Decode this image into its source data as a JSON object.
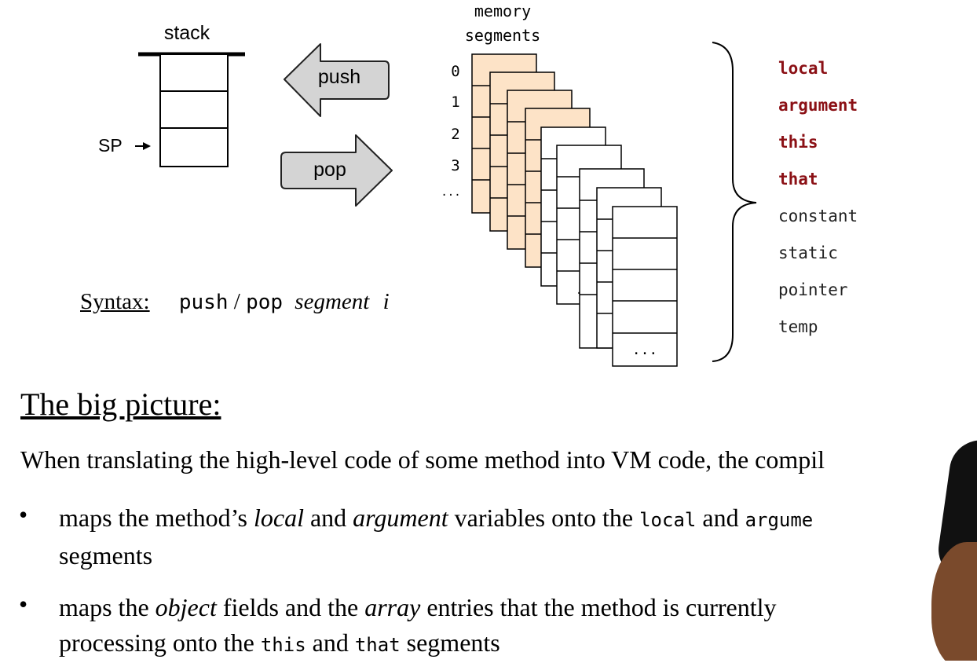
{
  "diagram": {
    "stack_label": "stack",
    "sp_label": "SP",
    "push_label": "push",
    "pop_label": "pop",
    "memory_label_line1": "memory",
    "memory_label_line2": "segments",
    "index_labels": [
      "0",
      "1",
      "2",
      "3",
      "..."
    ],
    "last_cell_ellipsis": "...",
    "middle_ellipsis": "..",
    "colors": {
      "highlight_fill": "#fde3c7",
      "arrow_fill": "#d4d4d4",
      "keyword_color": "#8b1015"
    }
  },
  "segments": [
    {
      "name": "local",
      "highlighted": true
    },
    {
      "name": "argument",
      "highlighted": true
    },
    {
      "name": "this",
      "highlighted": true
    },
    {
      "name": "that",
      "highlighted": true
    },
    {
      "name": "constant",
      "highlighted": false
    },
    {
      "name": "static",
      "highlighted": false
    },
    {
      "name": "pointer",
      "highlighted": false
    },
    {
      "name": "temp",
      "highlighted": false
    }
  ],
  "syntax": {
    "label": "Syntax:",
    "push": "push",
    "slash": " / ",
    "pop": "pop",
    "segment": "segment",
    "index": "i"
  },
  "big_picture": {
    "heading": "The big picture:",
    "intro": "When translating the high-level code of some method into VM code, the compil",
    "bullet_char": "•",
    "bullet1": {
      "t1": "maps the method’s ",
      "local": "local",
      "t2": " and ",
      "argument": "argument",
      "t3": " variables onto the ",
      "code_local": "local",
      "t4": " and ",
      "code_argument": "argume",
      "t5": "segments"
    },
    "bullet2": {
      "t1": "maps the ",
      "object": "object",
      "t2": " fields and the ",
      "array": "array",
      "t3": " entries that the method is currently",
      "t4": "processing onto the ",
      "code_this": "this",
      "t5": " and ",
      "code_that": "that",
      "t6": " segments"
    }
  }
}
